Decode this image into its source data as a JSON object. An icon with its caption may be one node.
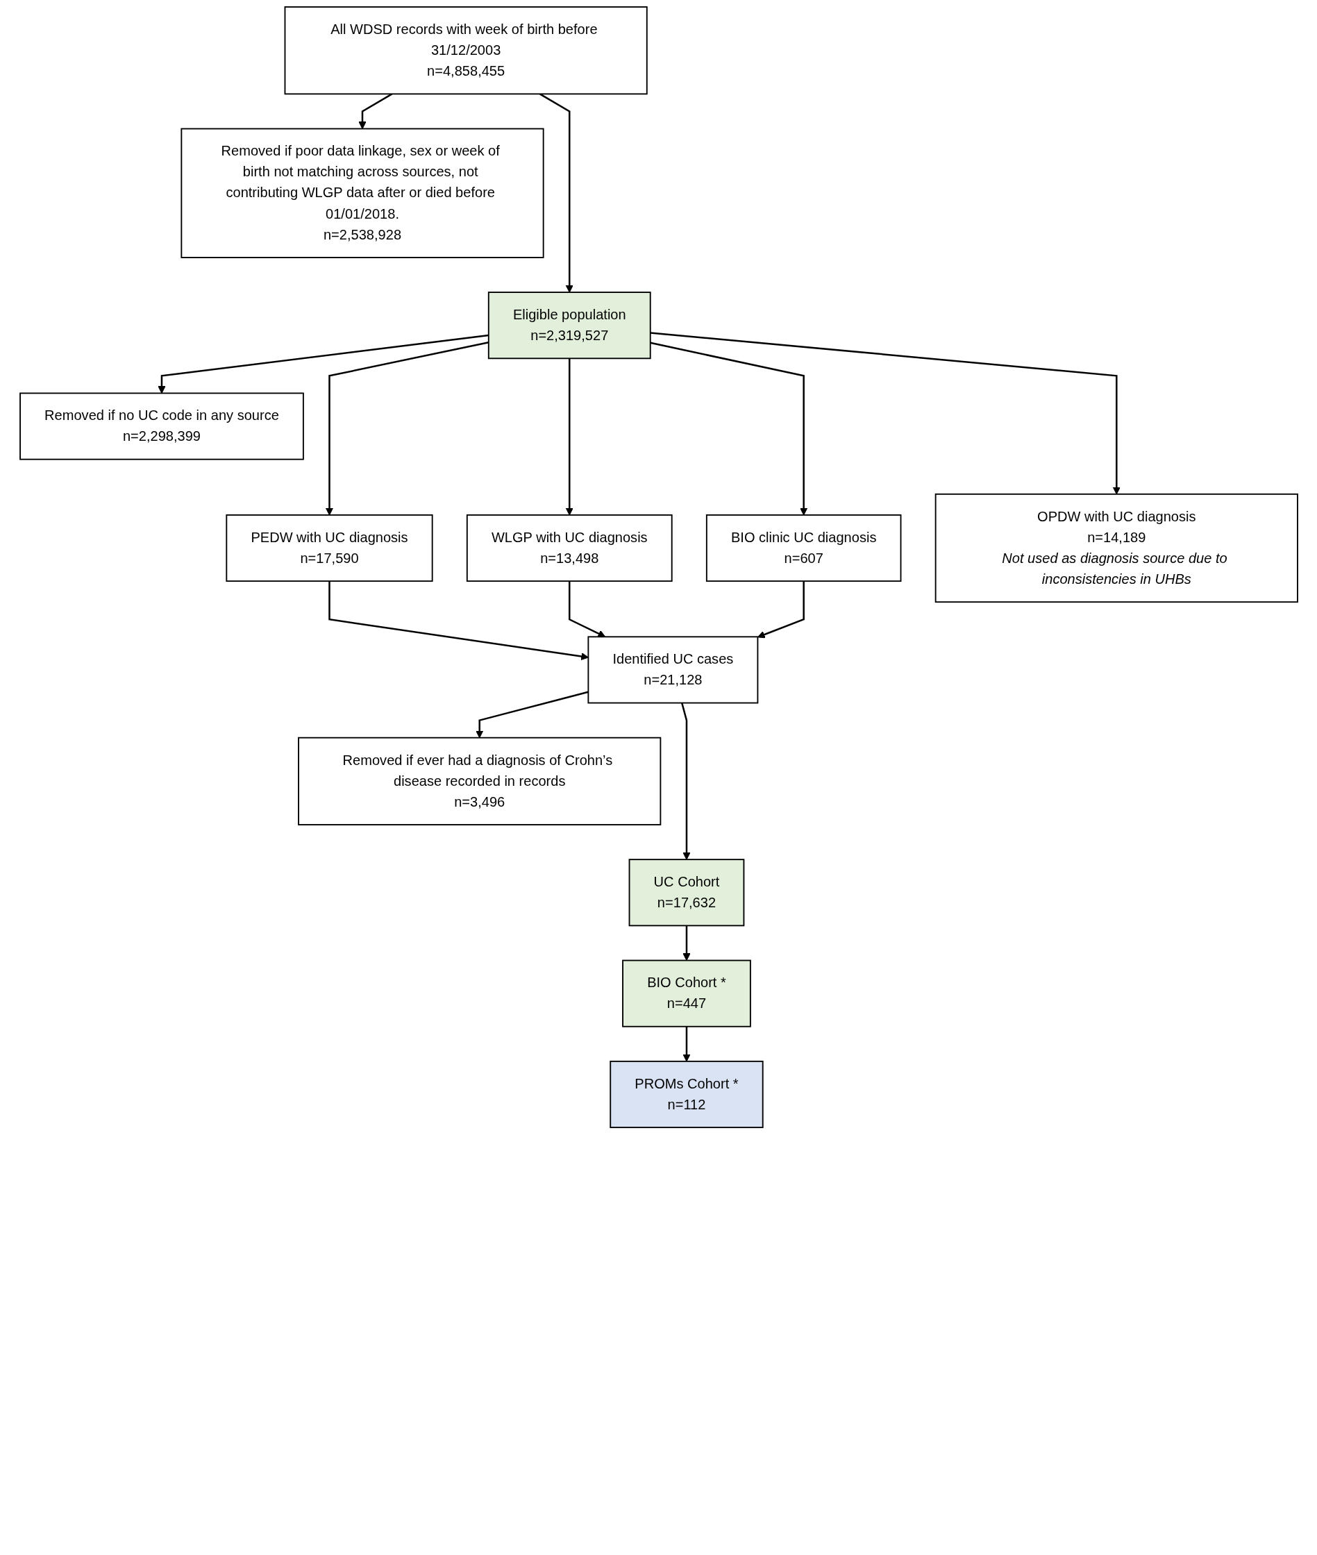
{
  "diagram": {
    "nodes": [
      {
        "text": [
          "All WDSD records with week of birth before 31/12/2003",
          "n=4,858,455"
        ]
      },
      {
        "text": [
          "Removed if poor data linkage, sex or week of birth not matching across sources, not contributing WLGP data after or died before 01/01/2018.",
          "n=2,538,928"
        ]
      },
      {
        "text": [
          "Eligible population",
          "n=2,319,527"
        ]
      },
      {
        "text": [
          "Removed if no UC code in any source",
          "n=2,298,399"
        ]
      },
      {
        "text": [
          "PEDW with UC diagnosis",
          "n=17,590"
        ]
      },
      {
        "text": [
          "WLGP with UC diagnosis",
          "n=13,498"
        ]
      },
      {
        "text": [
          "BIO clinic UC diagnosis",
          "n=607"
        ]
      },
      {
        "text": [
          "OPDW with UC diagnosis",
          "n=14,189",
          "Not used as diagnosis source due to inconsistencies in UHBs"
        ]
      },
      {
        "text": [
          "Identified UC cases",
          "n=21,128"
        ]
      },
      {
        "text": [
          "Removed if ever had a diagnosis of Crohn’s disease recorded in records",
          "n=3,496"
        ]
      },
      {
        "text": [
          "UC Cohort",
          "n=17,632"
        ]
      },
      {
        "text": [
          "BIO Cohort *",
          "n=447"
        ]
      },
      {
        "text": [
          "PROMs Cohort *",
          "n=112"
        ]
      }
    ],
    "edges": [
      {
        "from": 0,
        "to": 2,
        "arrow": "to"
      },
      {
        "from": 0,
        "to": 1,
        "arrow": "to"
      },
      {
        "from": 2,
        "to": 3,
        "arrow": "to"
      },
      {
        "from": 2,
        "to": 4,
        "arrow": "to"
      },
      {
        "from": 2,
        "to": 5,
        "arrow": "to"
      },
      {
        "from": 2,
        "to": 6,
        "arrow": "to"
      },
      {
        "from": 2,
        "to": 7,
        "arrow": "to"
      },
      {
        "from": 4,
        "to": 8,
        "arrow": "to"
      },
      {
        "from": 5,
        "to": 8,
        "arrow": "to"
      },
      {
        "from": 6,
        "to": 8,
        "arrow": "to"
      },
      {
        "from": 8,
        "to": 10,
        "arrow": "to"
      },
      {
        "from": 8,
        "to": 9,
        "arrow": "to"
      },
      {
        "from": 10,
        "to": 11,
        "arrow": "to"
      },
      {
        "from": 11,
        "to": 12,
        "arrow": "to"
      }
    ]
  }
}
